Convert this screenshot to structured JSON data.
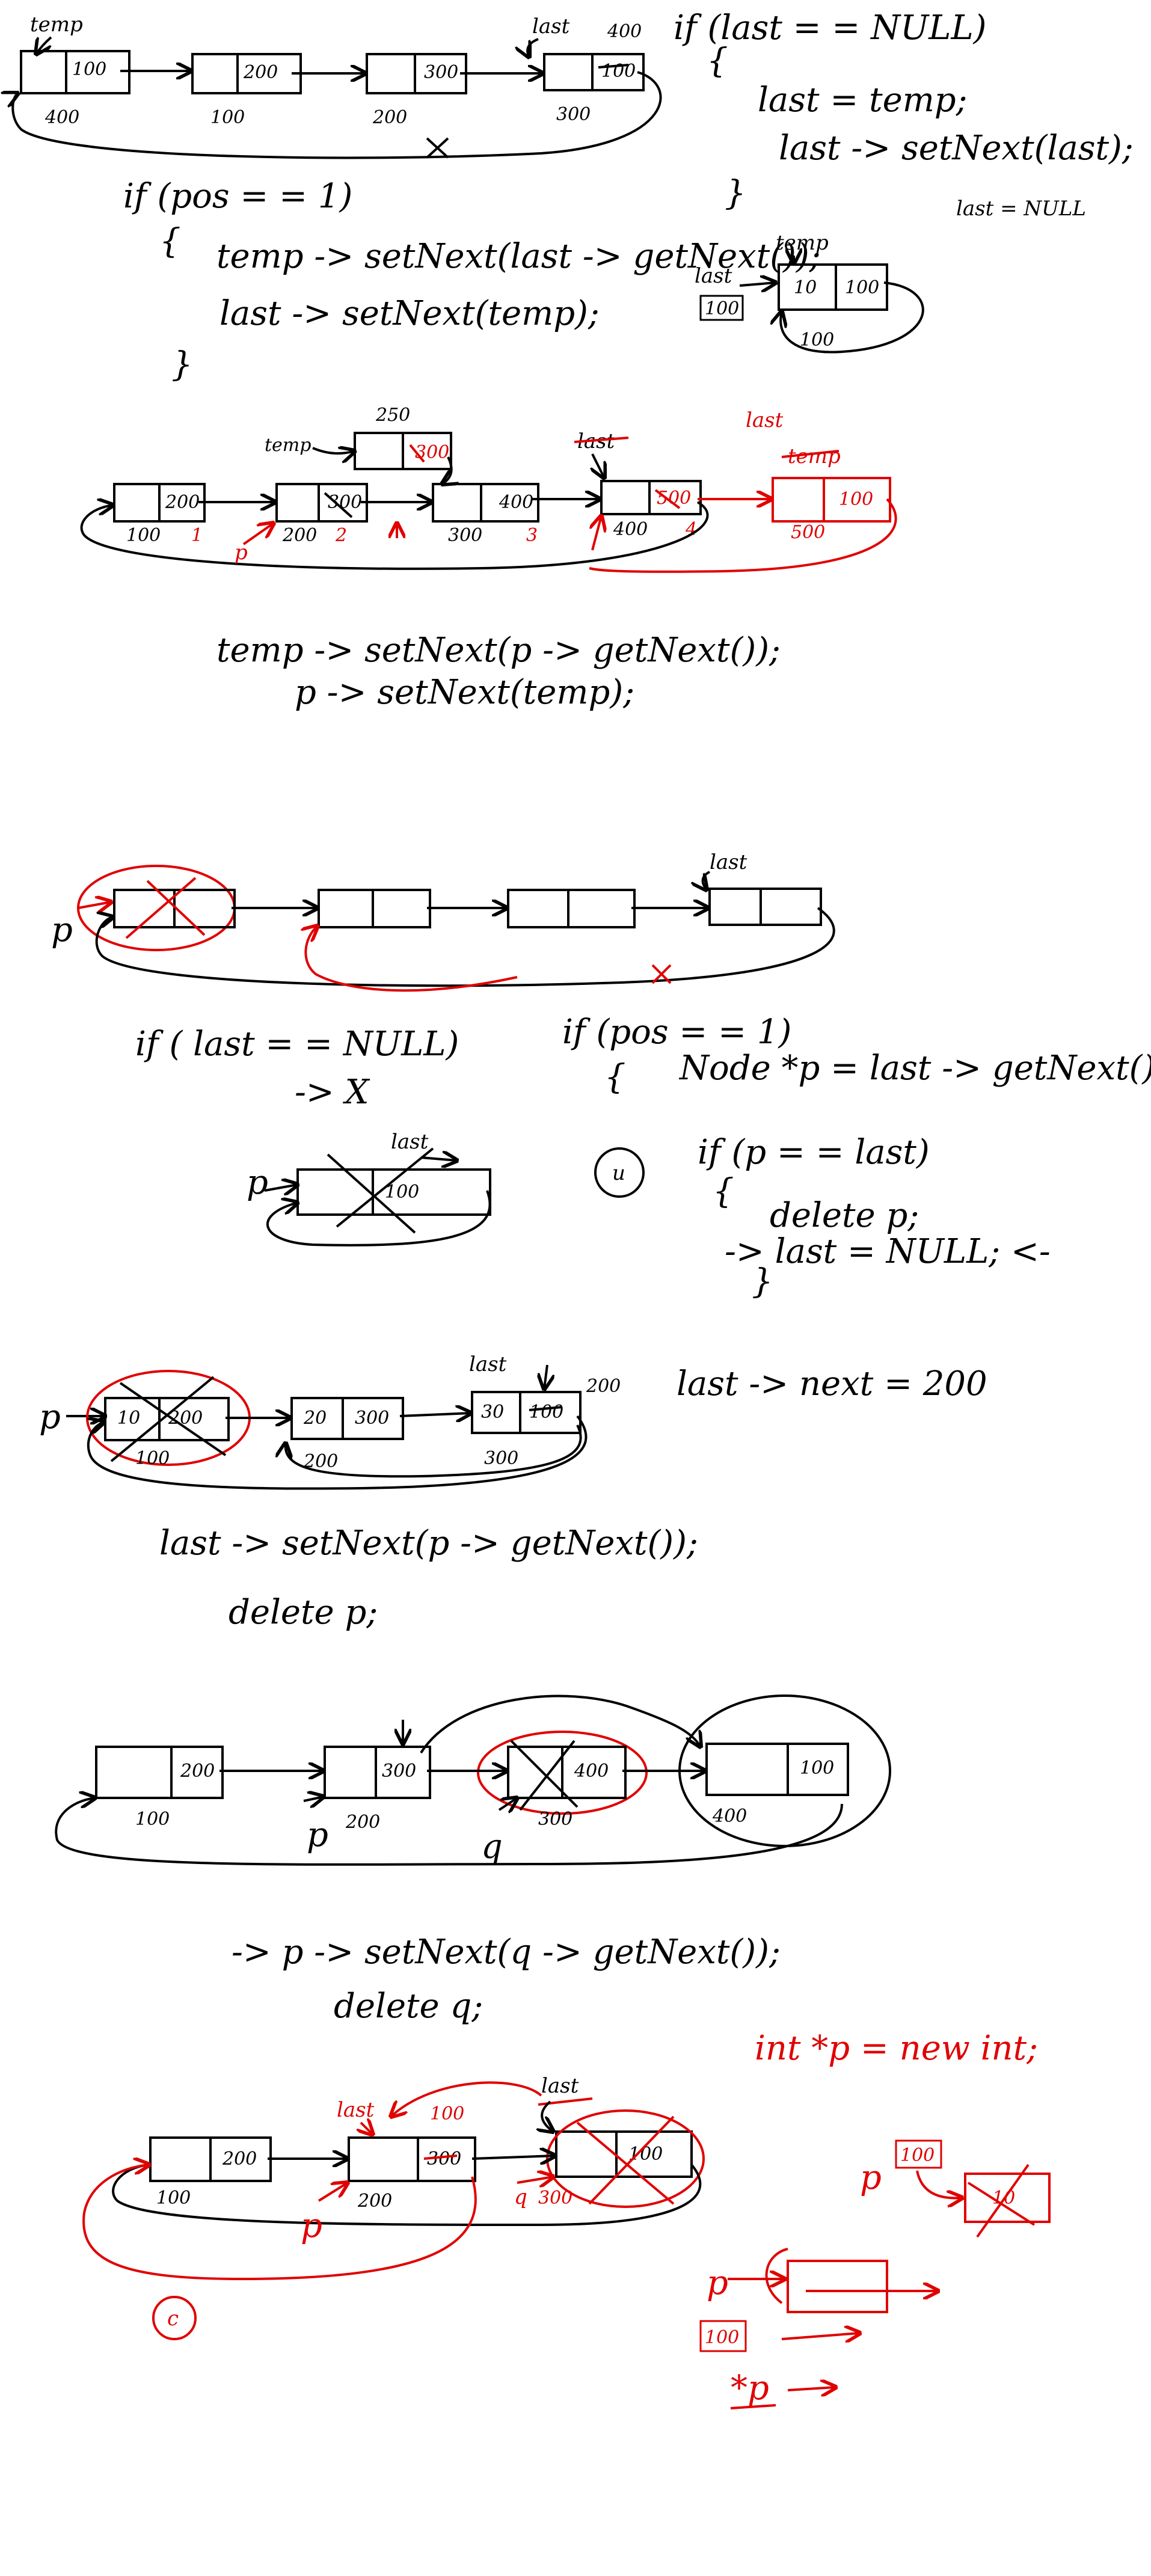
{
  "section1": {
    "temp_label": "temp",
    "last_label": "last",
    "last_addr": "400",
    "nodes": [
      {
        "value": "100",
        "addr": "400"
      },
      {
        "value": "200",
        "addr": "100"
      },
      {
        "value": "300",
        "addr": "200"
      },
      {
        "value": "100",
        "addr": "300"
      }
    ],
    "code_lines": [
      "if (last = = NULL)",
      "{",
      "last = temp;",
      "last -> setNext(last);",
      "}"
    ],
    "last_null": "last = NULL"
  },
  "section2": {
    "code_lines": [
      "if (pos = = 1)",
      "{",
      "temp -> setNext(last -> getNext());",
      "last -> setNext(temp);",
      "}"
    ],
    "temp_label": "temp",
    "last_label": "last",
    "last_box": "100",
    "node_value": "10",
    "node_next": "100",
    "node_addr": "100"
  },
  "section3": {
    "top_addr": "250",
    "temp_label": "temp",
    "temp_node_next": "300",
    "last_label_black": "last",
    "last_label_red": "last",
    "temp_label_red": "temp",
    "p_label": "p",
    "nodes": [
      {
        "next": "200",
        "addr": "100",
        "pos": "1"
      },
      {
        "next": "300",
        "addr": "200",
        "pos": "2"
      },
      {
        "next": "400",
        "addr": "300",
        "pos": "3"
      },
      {
        "next": "500",
        "addr": "400",
        "pos": "4"
      },
      {
        "next": "100",
        "addr": "500"
      }
    ],
    "code_lines": [
      "temp -> setNext(p -> getNext());",
      "p -> setNext(temp);"
    ]
  },
  "section4": {
    "p_label": "p",
    "last_label": "last",
    "left_code": [
      "if ( last = = NULL)",
      "-> X"
    ],
    "right_code": [
      "if (pos = = 1)",
      "{",
      "Node *p = last -> getNext();",
      "if (p = = last)",
      "{",
      "delete p;",
      "-> last = NULL; <-",
      "}"
    ],
    "case_label": "u",
    "single_p": "p",
    "single_last": "last",
    "single_value": "100"
  },
  "section5": {
    "p_label": "p",
    "last_label": "last",
    "nodes": [
      {
        "value": "10",
        "next": "200",
        "addr": "100"
      },
      {
        "value": "20",
        "next": "300",
        "addr": "200"
      },
      {
        "value": "30",
        "next": "100",
        "addr": "300"
      }
    ],
    "side_value": "200",
    "note": "last -> next = 200",
    "code_lines": [
      "last -> setNext(p -> getNext());",
      "delete p;"
    ]
  },
  "section6": {
    "nodes": [
      {
        "next": "200",
        "addr": "100"
      },
      {
        "next": "300",
        "addr": "200"
      },
      {
        "next": "400",
        "addr": "300"
      },
      {
        "next": "100",
        "addr": "400"
      }
    ],
    "p_label": "p",
    "q_label": "q",
    "code_lines": [
      "-> p -> setNext(q -> getNext());",
      "delete q;"
    ]
  },
  "section7": {
    "nodes": [
      {
        "next": "200",
        "addr": "100"
      },
      {
        "next": "300",
        "addr": "200"
      },
      {
        "next": "100",
        "addr": "300"
      }
    ],
    "last_red": "last",
    "last_red_val": "100",
    "last_black": "last",
    "p_label": "p",
    "q_label": "q",
    "case_label": "c",
    "int_code": "int *p = new int;",
    "p_box": "100",
    "crossed_val": "10",
    "p2_label": "p",
    "p2_box": "100",
    "deref": "*p"
  },
  "colors": {
    "ink": "#000000",
    "red": "#e00000",
    "background": "#ffffff"
  }
}
